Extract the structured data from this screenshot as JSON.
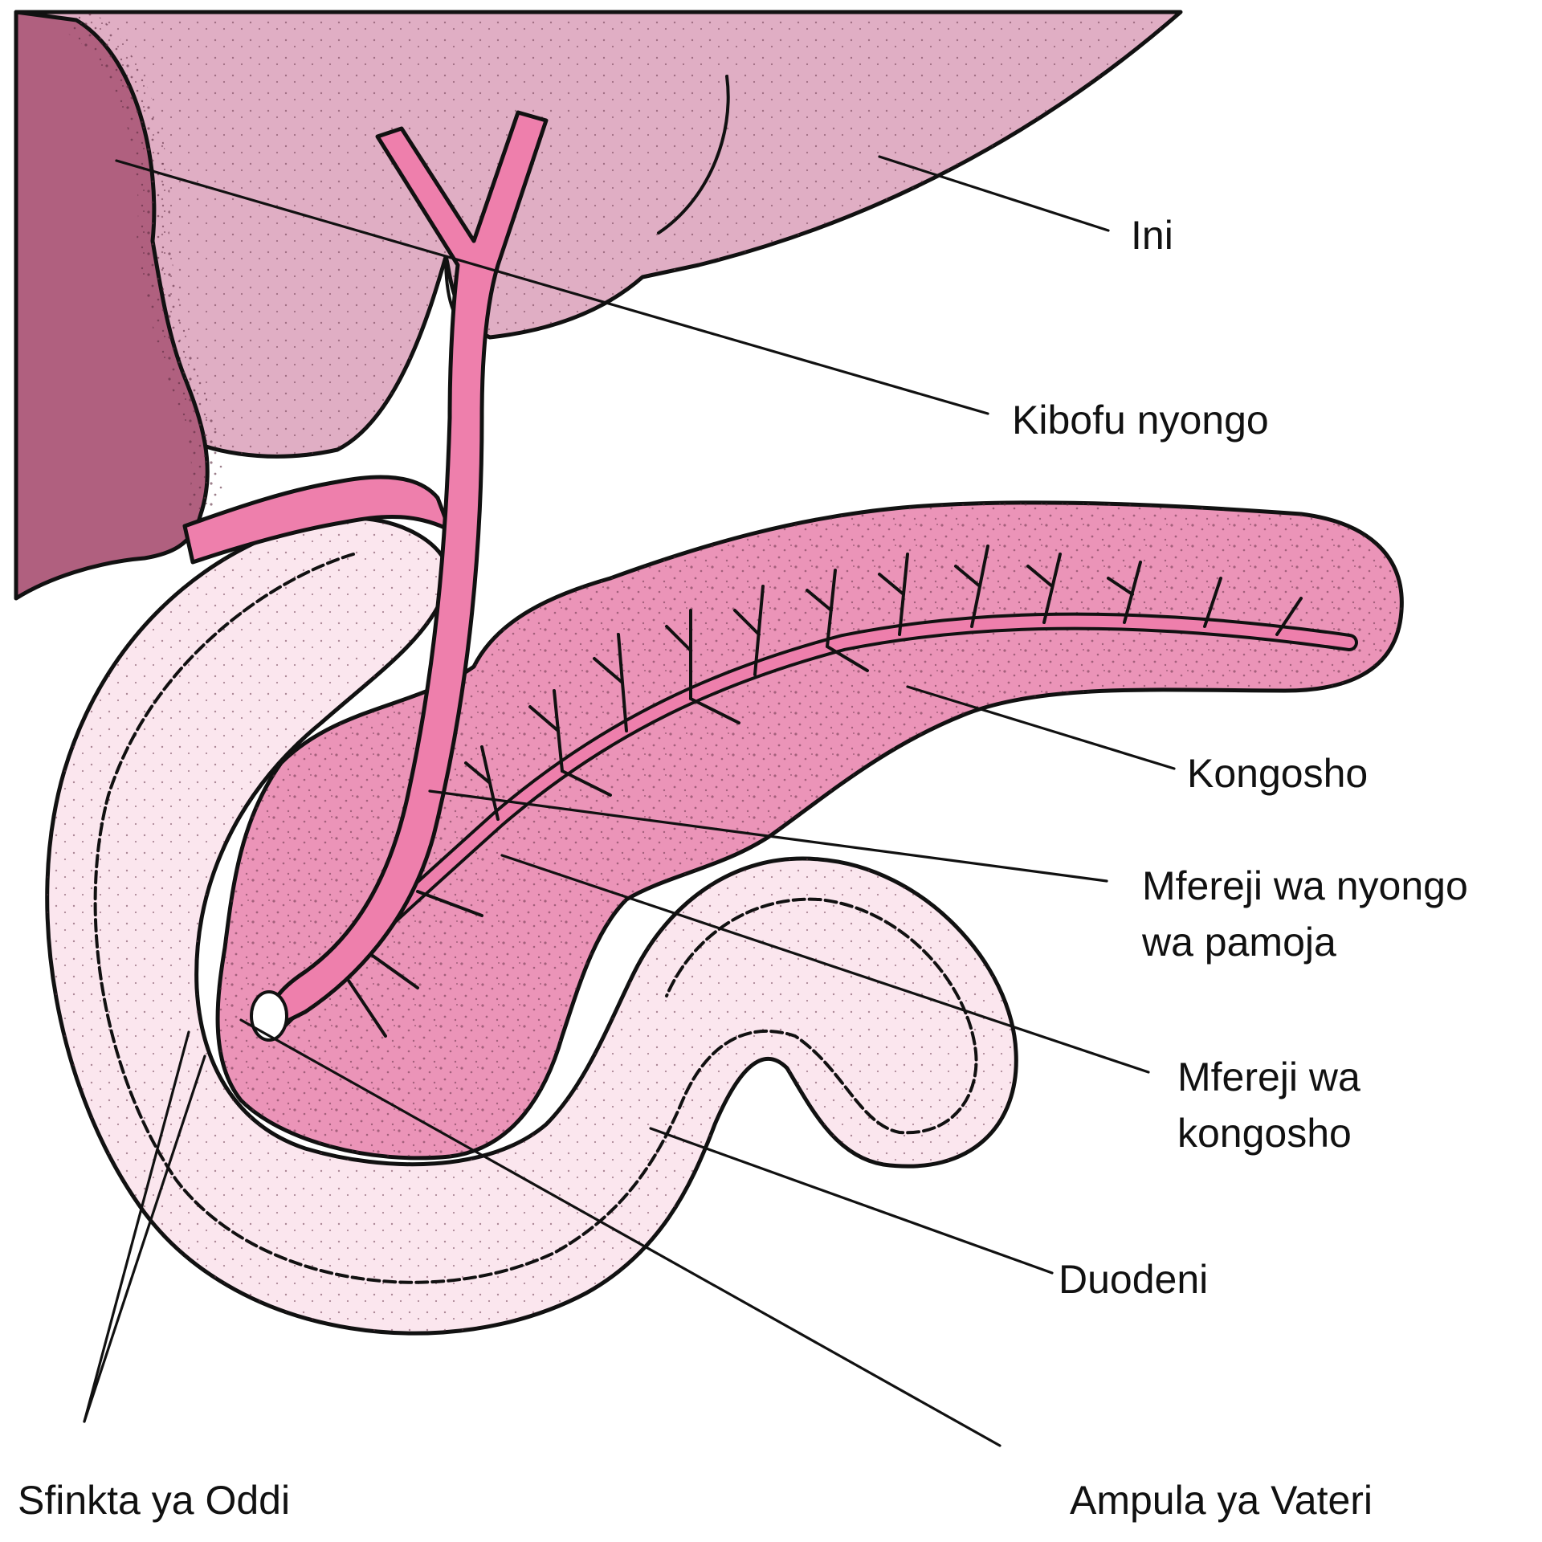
{
  "labels": {
    "liver": "Ini",
    "gallbladder": "Kibofu nyongo",
    "pancreas": "Kongosho",
    "common_bile_duct_line1": "Mfereji wa nyongo",
    "common_bile_duct_line2": "wa pamoja",
    "pancreatic_duct_line1": "Mfereji wa",
    "pancreatic_duct_line2": "kongosho",
    "duodenum": "Duodeni",
    "sphincter_of_oddi": "Sfinkta ya Oddi",
    "ampulla_of_vater": "Ampula ya Vateri"
  },
  "colors": {
    "liver": "#e0aec4",
    "gallbladder": "#b0607f",
    "pancreas": "#eb94b8",
    "duct": "#ee7fac",
    "duodenum": "#fbe6ee",
    "outline": "#111111"
  }
}
